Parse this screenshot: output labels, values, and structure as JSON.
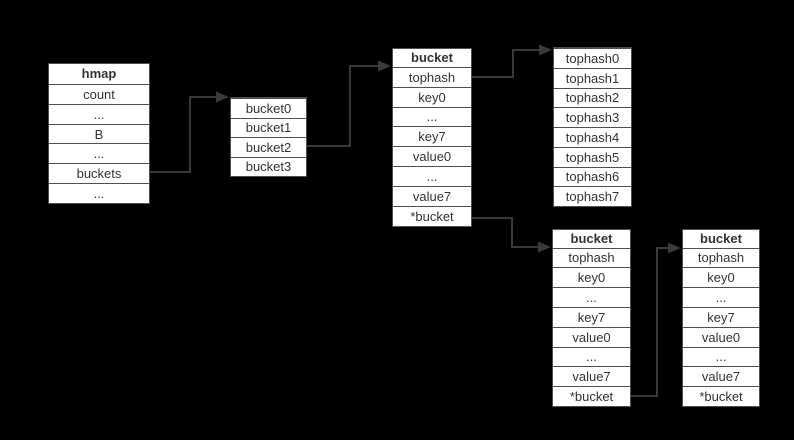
{
  "diagram": {
    "colors": {
      "background": "#000000",
      "box_fill": "#ffffff",
      "box_border": "#4f4f4f",
      "text": "#333333",
      "arrow": "#3a3a3a"
    },
    "nodes": {
      "hmap": {
        "title": "hmap",
        "rows": [
          "count",
          "...",
          "B",
          "...",
          "buckets",
          "..."
        ]
      },
      "bucket_array": {
        "rows": [
          "bucket0",
          "bucket1",
          "bucket2",
          "bucket3"
        ]
      },
      "main_bucket": {
        "title": "bucket",
        "rows": [
          "tophash",
          "key0",
          "...",
          "key7",
          "value0",
          "...",
          "value7",
          "*bucket"
        ]
      },
      "tophash_array": {
        "rows": [
          "tophash0",
          "tophash1",
          "tophash2",
          "tophash3",
          "tophash4",
          "tophash5",
          "tophash6",
          "tophash7"
        ]
      },
      "overflow_bucket1": {
        "title": "bucket",
        "rows": [
          "tophash",
          "key0",
          "...",
          "key7",
          "value0",
          "...",
          "value7",
          "*bucket"
        ]
      },
      "overflow_bucket2": {
        "title": "bucket",
        "rows": [
          "tophash",
          "key0",
          "...",
          "key7",
          "value0",
          "...",
          "value7",
          "*bucket"
        ]
      }
    },
    "edges": [
      {
        "from": "hmap.buckets",
        "to": "bucket_array"
      },
      {
        "from": "bucket_array.bucket2",
        "to": "main_bucket"
      },
      {
        "from": "main_bucket.tophash",
        "to": "tophash_array"
      },
      {
        "from": "main_bucket.*bucket",
        "to": "overflow_bucket1"
      },
      {
        "from": "overflow_bucket1.*bucket",
        "to": "overflow_bucket2"
      }
    ]
  }
}
